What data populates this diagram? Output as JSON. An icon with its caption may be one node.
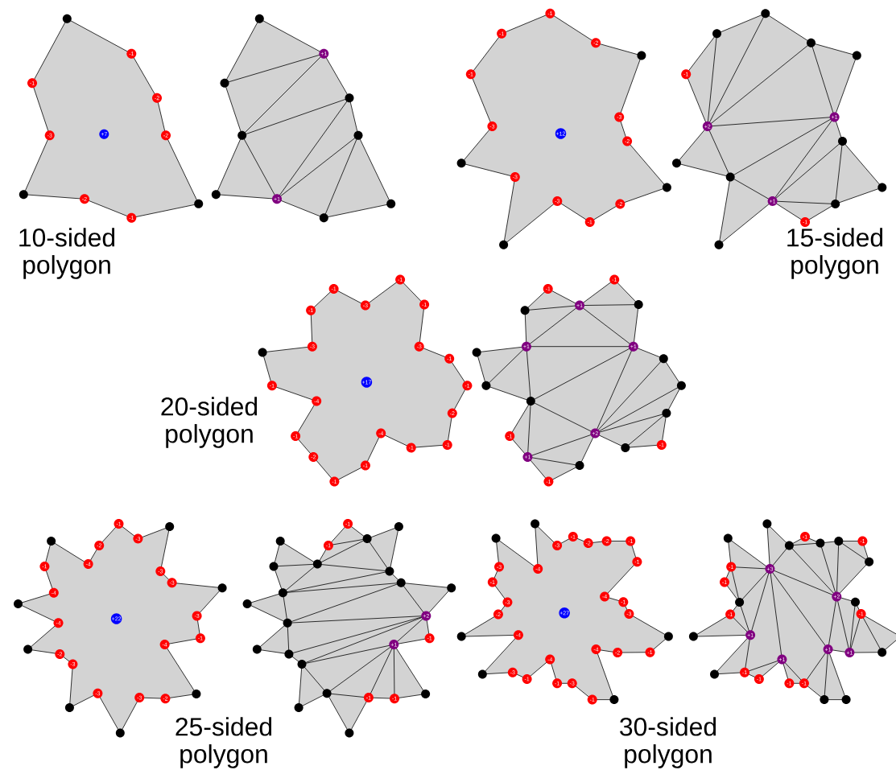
{
  "diagram": {
    "labels": [
      "-1",
      "-2",
      "-2",
      "-1",
      "-2",
      "-3",
      "-1",
      "+7",
      "+1",
      "+1",
      "10-sided polygon",
      "-1",
      "-2",
      "-3",
      "-2",
      "-2",
      "-1",
      "-3",
      "-3",
      "-3",
      "-1",
      "-1",
      "+12",
      "+1",
      "-1",
      "+1",
      "+2",
      "-1",
      "15-sided polygon",
      "-1",
      "-1",
      "-3",
      "-1",
      "-1",
      "-2",
      "-1",
      "-1",
      "-4",
      "-1",
      "-1",
      "-2",
      "-1",
      "-4",
      "-1",
      "-3",
      "-1",
      "-1",
      "-3",
      "+17",
      "-1",
      "+1",
      "-1",
      "+2",
      "-1",
      "+1",
      "-1",
      "+1",
      "-1",
      "+1",
      "20-sided polygon",
      "-1",
      "-3",
      "-3",
      "-3",
      "-3",
      "-1",
      "-4",
      "-2",
      "-3",
      "-3",
      "-3",
      "-2",
      "-4",
      "-4",
      "-1",
      "-4",
      "-2",
      "+22",
      "-1",
      "+2",
      "-1",
      "+1",
      "-1",
      "-1",
      "-1",
      "25-sided polygon",
      "-3",
      "-1",
      "-2",
      "-2",
      "-1",
      "-1",
      "-4",
      "-1",
      "-3",
      "-1",
      "-2",
      "-4",
      "-1",
      "-3",
      "-1",
      "-4",
      "-1",
      "-3",
      "-4",
      "-2",
      "-3",
      "-1",
      "-3",
      "-4",
      "+27",
      "-1",
      "-1",
      "+2",
      "-1",
      "+1",
      "+1",
      "-1",
      "-1",
      "+1",
      "-1",
      "-1",
      "+1",
      "-1",
      "-1",
      "-1",
      "+3",
      "30-sided polygon"
    ]
  }
}
